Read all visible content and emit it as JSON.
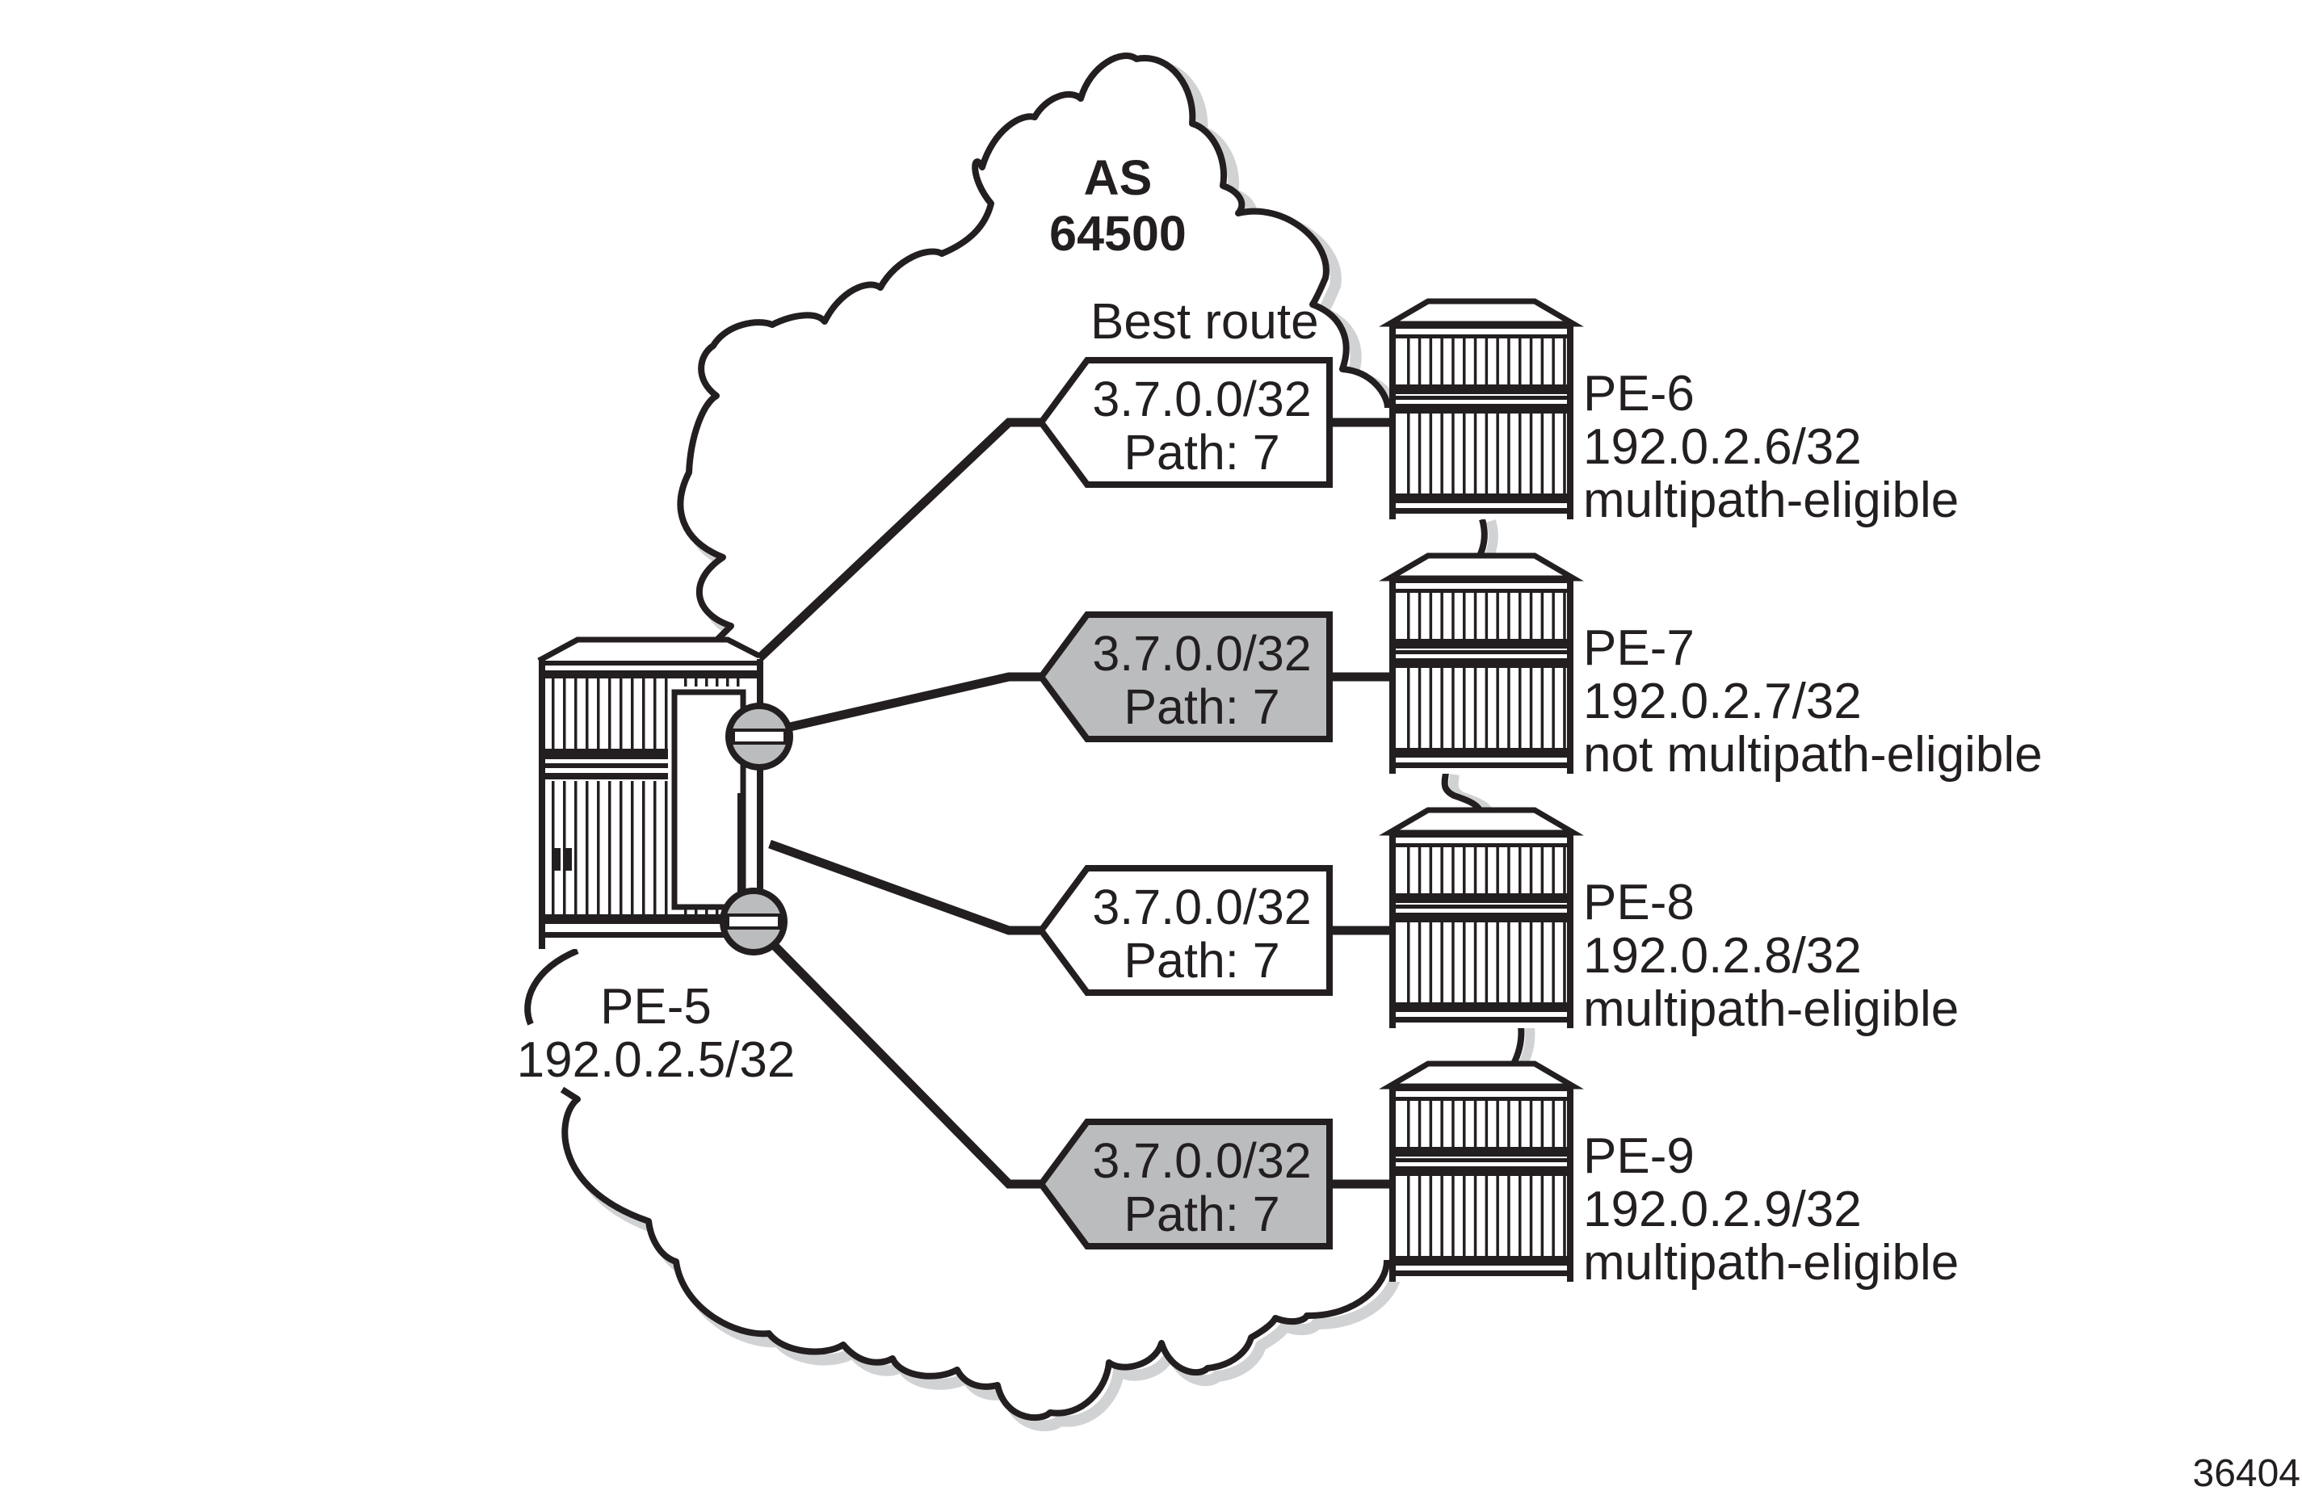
{
  "figure_id": "36404",
  "colors": {
    "ink": "#231f20",
    "tag_highlight_fill": "#bbbcbe",
    "tag_default_fill": "#ffffff",
    "port_fill": "#bbbcbe",
    "shadow": "#d1d2d4"
  },
  "cloud": {
    "label_line1": "AS",
    "label_line2": "64500"
  },
  "best_route_label": "Best route",
  "source_router": {
    "name": "PE-5",
    "address": "192.0.2.5/32",
    "icon": "router-icon",
    "ports": [
      "port-blocked-icon",
      "port-blocked-icon"
    ]
  },
  "peers": [
    {
      "name": "PE-6",
      "address": "192.0.2.6/32",
      "status": "multipath-eligible",
      "route": {
        "prefix": "3.7.0.0/32",
        "path": "Path: 7",
        "highlighted": false,
        "best": true
      }
    },
    {
      "name": "PE-7",
      "address": "192.0.2.7/32",
      "status": "not multipath-eligible",
      "route": {
        "prefix": "3.7.0.0/32",
        "path": "Path: 7",
        "highlighted": true,
        "best": false
      }
    },
    {
      "name": "PE-8",
      "address": "192.0.2.8/32",
      "status": "multipath-eligible",
      "route": {
        "prefix": "3.7.0.0/32",
        "path": "Path: 7",
        "highlighted": false,
        "best": false
      }
    },
    {
      "name": "PE-9",
      "address": "192.0.2.9/32",
      "status": "multipath-eligible",
      "route": {
        "prefix": "3.7.0.0/32",
        "path": "Path: 7",
        "highlighted": true,
        "best": false
      }
    }
  ]
}
